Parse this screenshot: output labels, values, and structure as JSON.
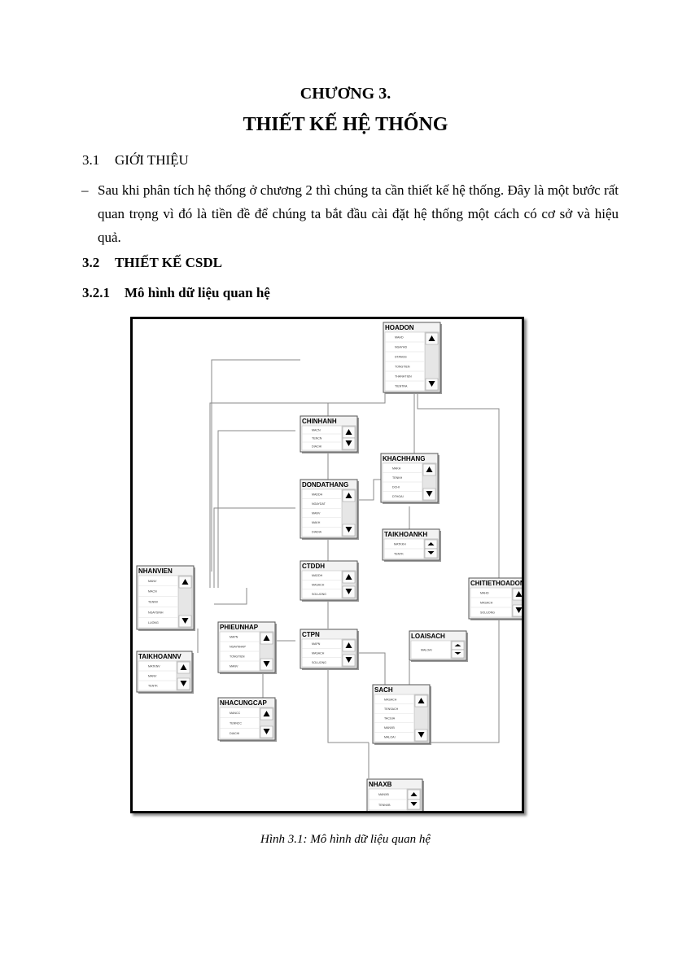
{
  "chapter": {
    "number": "CHƯƠNG 3.",
    "title": "THIẾT KẾ HỆ THỐNG"
  },
  "sections": {
    "intro": {
      "num": "3.1",
      "title": "GIỚI THIỆU"
    },
    "design": {
      "num": "3.2",
      "title": "THIẾT KẾ CSDL"
    },
    "relational": {
      "num": "3.2.1",
      "title": "Mô hình dữ liệu quan hệ"
    }
  },
  "intro_paragraph": {
    "bullet": "–",
    "text": "Sau khi phân tích hệ thống ở chương 2 thì chúng ta cần thiết kế hệ thống. Đây là một bước rất quan trọng vì đó là tiền đề để chúng ta bắt đầu cài đặt hệ thống một cách có cơ sở và hiệu quả."
  },
  "diagram": {
    "tables": [
      {
        "name": "HOADON",
        "columns": [
          "MAHD",
          "NGAYHD",
          "DTANGS",
          "TONGTIEN",
          "THANHTIEN",
          "TIENTRA"
        ]
      },
      {
        "name": "CHINHANH",
        "columns": [
          "MACN",
          "TENCN",
          "DIACHI"
        ]
      },
      {
        "name": "KHACHHANG",
        "columns": [
          "MAKH",
          "TENKH",
          "DCHI",
          "DTHOAI"
        ]
      },
      {
        "name": "DONDATHANG",
        "columns": [
          "MADDH",
          "NGAYDAT",
          "MANV",
          "MAKH",
          "DIADIA"
        ]
      },
      {
        "name": "TAIKHOANKH",
        "columns": [
          "MATKKH",
          "TENTK"
        ]
      },
      {
        "name": "CTDDH",
        "columns": [
          "MADDH",
          "MASACH",
          "SOLUONG"
        ]
      },
      {
        "name": "CHITIETHOADON",
        "columns": [
          "MAHD",
          "MASACH",
          "SOLUONG"
        ]
      },
      {
        "name": "NHANVIEN",
        "columns": [
          "MANV",
          "MACN",
          "TENNV",
          "NGAYSINH",
          "LUONG"
        ]
      },
      {
        "name": "PHIEUNHAP",
        "columns": [
          "MAPN",
          "NGAYNHAP",
          "TONGTIEN",
          "MANV"
        ]
      },
      {
        "name": "CTPN",
        "columns": [
          "MAPN",
          "MASACH",
          "SOLUONG"
        ]
      },
      {
        "name": "LOAISACH",
        "columns": [
          "MALOAI"
        ]
      },
      {
        "name": "TAIKHOANNV",
        "columns": [
          "MATKNV",
          "MANV",
          "TENTK"
        ]
      },
      {
        "name": "SACH",
        "columns": [
          "MASACH",
          "TENSACH",
          "TACGIA",
          "MANXB",
          "MALOAI"
        ]
      },
      {
        "name": "NHACUNGCAP",
        "columns": [
          "MANCC",
          "TENNCC",
          "DIACHI"
        ]
      },
      {
        "name": "NHAXB",
        "columns": [
          "MANXB",
          "TENNXB"
        ]
      }
    ],
    "caption_prefix": "Hình 3.1:",
    "caption_text": " Mô hình dữ liệu quan hệ"
  }
}
